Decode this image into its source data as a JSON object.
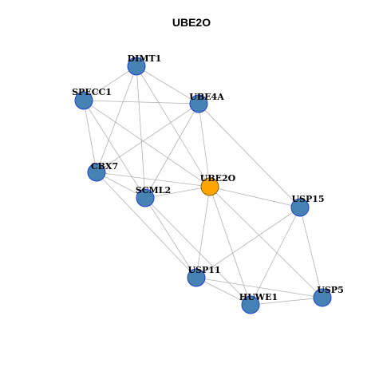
{
  "title": "UBE2O",
  "colors": {
    "background": "#ffffff",
    "edge": "#b3b3b3",
    "node_default": "#4682b4",
    "node_default_border": "#1f3fd0",
    "node_query": "#ffa500",
    "node_query_border": "#8a6000"
  },
  "graph": {
    "query_node": "UBE2O",
    "nodes": [
      "DIMT1",
      "SPECC1",
      "UBE4A",
      "CBX7",
      "UBE2O",
      "SCML2",
      "USP15",
      "USP11",
      "USP5",
      "HUWE1"
    ],
    "edges": [
      [
        "DIMT1",
        "SPECC1"
      ],
      [
        "DIMT1",
        "UBE4A"
      ],
      [
        "DIMT1",
        "CBX7"
      ],
      [
        "DIMT1",
        "SCML2"
      ],
      [
        "DIMT1",
        "UBE2O"
      ],
      [
        "SPECC1",
        "UBE4A"
      ],
      [
        "SPECC1",
        "CBX7"
      ],
      [
        "SPECC1",
        "SCML2"
      ],
      [
        "SPECC1",
        "UBE2O"
      ],
      [
        "UBE4A",
        "CBX7"
      ],
      [
        "UBE4A",
        "SCML2"
      ],
      [
        "UBE4A",
        "UBE2O"
      ],
      [
        "UBE4A",
        "USP15"
      ],
      [
        "CBX7",
        "SCML2"
      ],
      [
        "CBX7",
        "UBE2O"
      ],
      [
        "CBX7",
        "USP11"
      ],
      [
        "SCML2",
        "UBE2O"
      ],
      [
        "SCML2",
        "USP11"
      ],
      [
        "SCML2",
        "HUWE1"
      ],
      [
        "UBE2O",
        "USP15"
      ],
      [
        "UBE2O",
        "USP11"
      ],
      [
        "UBE2O",
        "HUWE1"
      ],
      [
        "UBE2O",
        "USP5"
      ],
      [
        "USP15",
        "USP11"
      ],
      [
        "USP15",
        "HUWE1"
      ],
      [
        "USP15",
        "USP5"
      ],
      [
        "USP11",
        "HUWE1"
      ],
      [
        "USP11",
        "USP5"
      ],
      [
        "HUWE1",
        "USP5"
      ]
    ]
  }
}
